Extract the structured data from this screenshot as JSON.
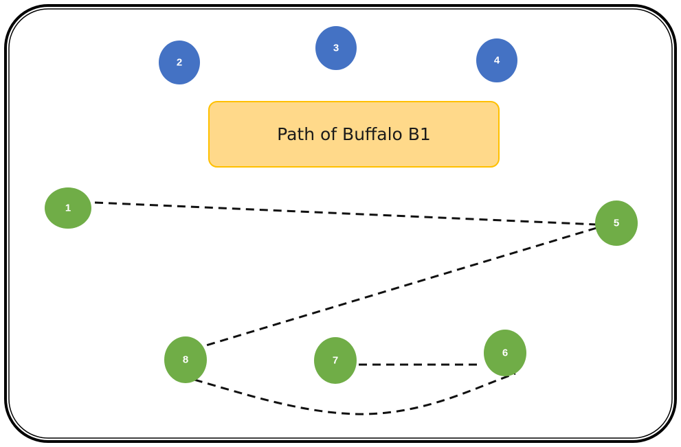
{
  "title": "Path of Buffalo B1",
  "colors": {
    "blue_node": "#4472C4",
    "green_node": "#70AD47",
    "title_fill": "#FFD98A",
    "title_border": "#FFC000"
  },
  "nodes": [
    {
      "id": "1",
      "label": "1",
      "group": "green"
    },
    {
      "id": "2",
      "label": "2",
      "group": "blue"
    },
    {
      "id": "3",
      "label": "3",
      "group": "blue"
    },
    {
      "id": "4",
      "label": "4",
      "group": "blue"
    },
    {
      "id": "5",
      "label": "5",
      "group": "green"
    },
    {
      "id": "6",
      "label": "6",
      "group": "green"
    },
    {
      "id": "7",
      "label": "7",
      "group": "green"
    },
    {
      "id": "8",
      "label": "8",
      "group": "green"
    }
  ],
  "edges": [
    {
      "from": "1",
      "to": "5",
      "style": "dashed"
    },
    {
      "from": "5",
      "to": "8",
      "style": "dashed"
    },
    {
      "from": "8",
      "to": "6",
      "style": "dashed"
    },
    {
      "from": "7",
      "to": "6",
      "style": "dashed"
    }
  ]
}
